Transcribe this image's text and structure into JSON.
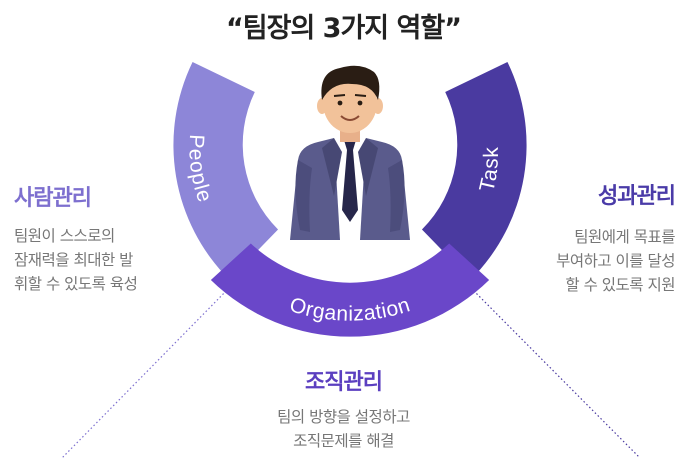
{
  "title": "“팀장의 3가지 역할”",
  "roles": {
    "people": {
      "segment_label": "People",
      "title": "사람관리",
      "desc_lines": [
        "팀원이 스스로의",
        "잠재력을 최대한 발",
        "휘할 수 있도록 육성"
      ]
    },
    "organization": {
      "segment_label": "Organization",
      "title": "조직관리",
      "desc_lines": [
        "팀의 방향을 설정하고",
        "조직문제를 해결"
      ]
    },
    "task": {
      "segment_label": "Task",
      "title": "성과관리",
      "desc_lines": [
        "팀원에게 목표를",
        "부여하고 이를 달성",
        "할 수 있도록 지원"
      ]
    }
  },
  "colors": {
    "people": "#8d86d8",
    "organization": "#6a47c9",
    "task": "#4a3aa0",
    "suit": "#5a5b8c",
    "skin": "#f2c29a",
    "hair": "#2a1d14"
  },
  "icons": [
    "manager-figure-icon"
  ]
}
